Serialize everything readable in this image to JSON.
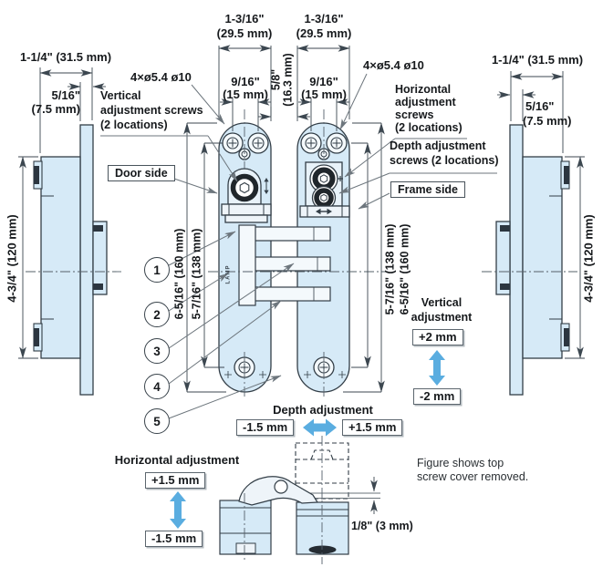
{
  "colors": {
    "body_fill": "#d6eaf7",
    "outline": "#333e47",
    "dim_line": "#3c4750",
    "leader": "#6d767d",
    "adjust_arrow_blue": "#5aade0"
  },
  "side_view_left": {
    "width": "1-1/4\" (31.5 mm)",
    "flange_w1": "5/16\"",
    "flange_w2": "(7.5 mm)",
    "height": "4-3/4\" (120 mm)"
  },
  "side_view_right": {
    "width": "1-1/4\" (31.5 mm)",
    "flange_w1": "5/16\"",
    "flange_w2": "(7.5 mm)",
    "height": "4-3/4\" (120 mm)"
  },
  "front": {
    "pitch_door_in": "1-3/16\"",
    "pitch_door_mm": "(29.5 mm)",
    "pitch_frame_in": "1-3/16\"",
    "pitch_frame_mm": "(29.5 mm)",
    "gap_in": "5/8\"",
    "gap_mm": "(16.3 mm)",
    "screw_door_in": "9/16\"",
    "screw_door_mm": "(15 mm)",
    "screw_frame_in": "9/16\"",
    "screw_frame_mm": "(15 mm)",
    "holes_door": "4×ø5.4 ø10",
    "holes_frame": "4×ø5.4 ø10",
    "len160_left": "6-5/16\" (160 mm)",
    "len138_left": "5-7/16\" (138 mm)",
    "len138_right": "5-7/16\" (138 mm)",
    "len160_right": "6-5/16\" (160 mm)",
    "door_side": "Door side",
    "frame_side": "Frame side",
    "stamp": "LAMP"
  },
  "callouts": {
    "vertical_screws": [
      "Vertical",
      "adjustment screws",
      "(2 locations)"
    ],
    "horizontal_screws": [
      "Horizontal",
      "adjustment",
      "screws",
      "(2 locations)"
    ],
    "depth_screws": [
      "Depth adjustment",
      "screws (2 locations)"
    ],
    "numbers": [
      "1",
      "2",
      "3",
      "4",
      "5"
    ]
  },
  "adjustments": {
    "vertical": {
      "line1": "Vertical",
      "line2": "adjustment",
      "plus": "+2 mm",
      "minus": "-2 mm"
    },
    "depth": {
      "title": "Depth adjustment",
      "minus": "-1.5 mm",
      "plus": "+1.5 mm"
    },
    "horizontal": {
      "title": "Horizontal adjustment",
      "plus": "+1.5 mm",
      "minus": "-1.5 mm"
    }
  },
  "bottom": {
    "gap": "1/8\" (3 mm)",
    "note1": "Figure shows top",
    "note2": "screw cover removed."
  }
}
